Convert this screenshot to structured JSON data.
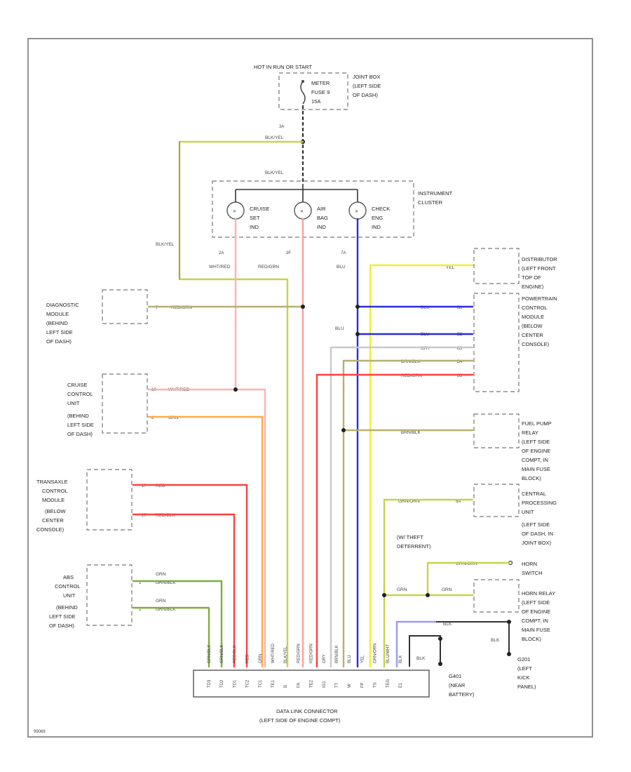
{
  "colors": {
    "black": "#333333",
    "yellow": "#f2ee2a",
    "yellow_green": "#c8d24a",
    "green": "#7fae3a",
    "blue": "#2a2ae6",
    "red": "#ff4040",
    "pink": "#ff9e9e",
    "orange": "#ffaa44",
    "gray": "#c9c9c9",
    "brown_yellow": "#b8b070",
    "light_blue": "#9a9af5",
    "white_pink": "#f0d0e0"
  },
  "fuse_source": {
    "header": "HOT IN RUN OR START",
    "fuse_label": [
      "METER",
      "FUSE 9",
      "15A"
    ],
    "jbox_label": [
      "JOINT BOX",
      "(LEFT SIDE",
      "OF DASH)"
    ],
    "pin": "3A",
    "wire": "BLK/YEL"
  },
  "cluster": {
    "wire": "BLK/YEL",
    "label": [
      "INSTRUMENT",
      "CLUSTER"
    ],
    "lamps": [
      {
        "name": [
          "CRUISE",
          "SET",
          "IND"
        ],
        "pin": "2A",
        "wire": "WHT/RED"
      },
      {
        "name": [
          "AIR",
          "BAG",
          "IND"
        ],
        "pin": "3F",
        "wire": "RED/GRN"
      },
      {
        "name": [
          "CHECK",
          "ENG",
          "IND"
        ],
        "pin": "7A",
        "wire": "BLU"
      }
    ]
  },
  "left_wire": "BLK/YEL",
  "diag_module": {
    "label": [
      "DIAGNOSTIC",
      "MODULE",
      "(BEHIND",
      "LEFT SIDE",
      "OF DASH)"
    ],
    "pin": "7",
    "wire": "RED/GRN"
  },
  "cruise_unit": {
    "label": [
      "CRUISE",
      "CONTROL",
      "UNIT",
      "(BEHIND",
      "LEFT SIDE",
      "OF DASH)"
    ],
    "pins": [
      {
        "pin": "10",
        "wire": "WHT/RED"
      },
      {
        "pin": "8",
        "wire": "GRN"
      }
    ]
  },
  "trans_module": {
    "label": [
      "TRANSAXLE",
      "CONTROL",
      "MODULE",
      "(BELOW",
      "CENTER",
      "CONSOLE)"
    ],
    "pins": [
      {
        "pin": "17",
        "wire": "RED"
      },
      {
        "pin": "27",
        "wire": "RED/BLK"
      }
    ]
  },
  "abs_unit": {
    "label": [
      "ABS",
      "CONTROL",
      "UNIT",
      "(BEHIND",
      "LEFT SIDE",
      "OF DASH)"
    ],
    "pins": [
      {
        "pin": "1",
        "name": "GRN",
        "wire": "GRN/BLK"
      },
      {
        "pin": "2",
        "name": "GRN",
        "wire": "GRN/BLK"
      }
    ]
  },
  "distributor": {
    "label": [
      "DISTRIBUTOR",
      "(LEFT FRONT",
      "TOP OF",
      "ENGINE)"
    ],
    "wire": "YEL"
  },
  "pcm": {
    "label": [
      "POWERTRAIN",
      "CONTROL",
      "MODULE",
      "(BELOW",
      "CENTER",
      "CONSOLE)"
    ],
    "pins": [
      {
        "pin": "B1",
        "wire": "BLU"
      },
      {
        "pin": "B2",
        "wire": "BLU"
      },
      {
        "pin": "B3",
        "wire": "GRY"
      },
      {
        "pin": "B4",
        "wire": "BRN/BLK"
      },
      {
        "pin": "B5",
        "wire": "RED/GRN"
      }
    ],
    "blu_label": "BLU"
  },
  "fuel_pump_relay": {
    "label": [
      "FUEL PUMP",
      "RELAY",
      "(LEFT SIDE",
      "OF ENGINE",
      "COMPT, IN",
      "MAIN FUSE",
      "BLOCK)"
    ],
    "wire": "BRN/BLK"
  },
  "central_unit": {
    "label": [
      "CENTRAL",
      "PROCESSING",
      "UNIT",
      "(LEFT SIDE",
      "OF DASH, IN",
      "JOINT BOX)"
    ],
    "pin": "6A",
    "wire": "GRN/ORN",
    "theft": [
      "(W/ THEFT",
      "DETERRENT)"
    ]
  },
  "horn_switch": {
    "label": [
      "HORN",
      "SWITCH"
    ],
    "wire": "GRN/ORN"
  },
  "horn_relay": {
    "label": [
      "HORN RELAY",
      "(LEFT SIDE",
      "OF ENGINE",
      "COMPT, IN",
      "MAIN FUSE",
      "BLOCK)"
    ],
    "wire_a": "GRN",
    "wire_b": "GRN"
  },
  "ground_g401": {
    "label": [
      "G401",
      "(NEAR",
      "BATTERY)"
    ],
    "wire": "BLK"
  },
  "ground_g201": {
    "label": [
      "G201",
      "(LEFT",
      "KICK",
      "PANEL)"
    ],
    "wire": "BLK",
    "pin": "BLK"
  },
  "dlc": {
    "label": [
      "DATA LINK CONNECTOR",
      "(LEFT SIDE OF ENGINE COMPT)"
    ],
    "pins": [
      "TD3",
      "TD2",
      "TD1",
      "TC2",
      "TC1",
      "TE1",
      "B",
      "FA",
      "TE2",
      "IG1",
      "TT",
      "W",
      "FP",
      "TS",
      "TEG",
      "E1"
    ],
    "wires": [
      "GRN/BLK",
      "GRN/BLK",
      "RED/BLK",
      "RED",
      "GRN",
      "WHT/RED",
      "BLK/YEL",
      "RED/GRN",
      "RED/GRN",
      "GRY",
      "BRN/BLK",
      "BLU",
      "YEL",
      "GRN/ORN",
      "BLU/WHT",
      "BLK"
    ]
  },
  "footer_code": "99068"
}
